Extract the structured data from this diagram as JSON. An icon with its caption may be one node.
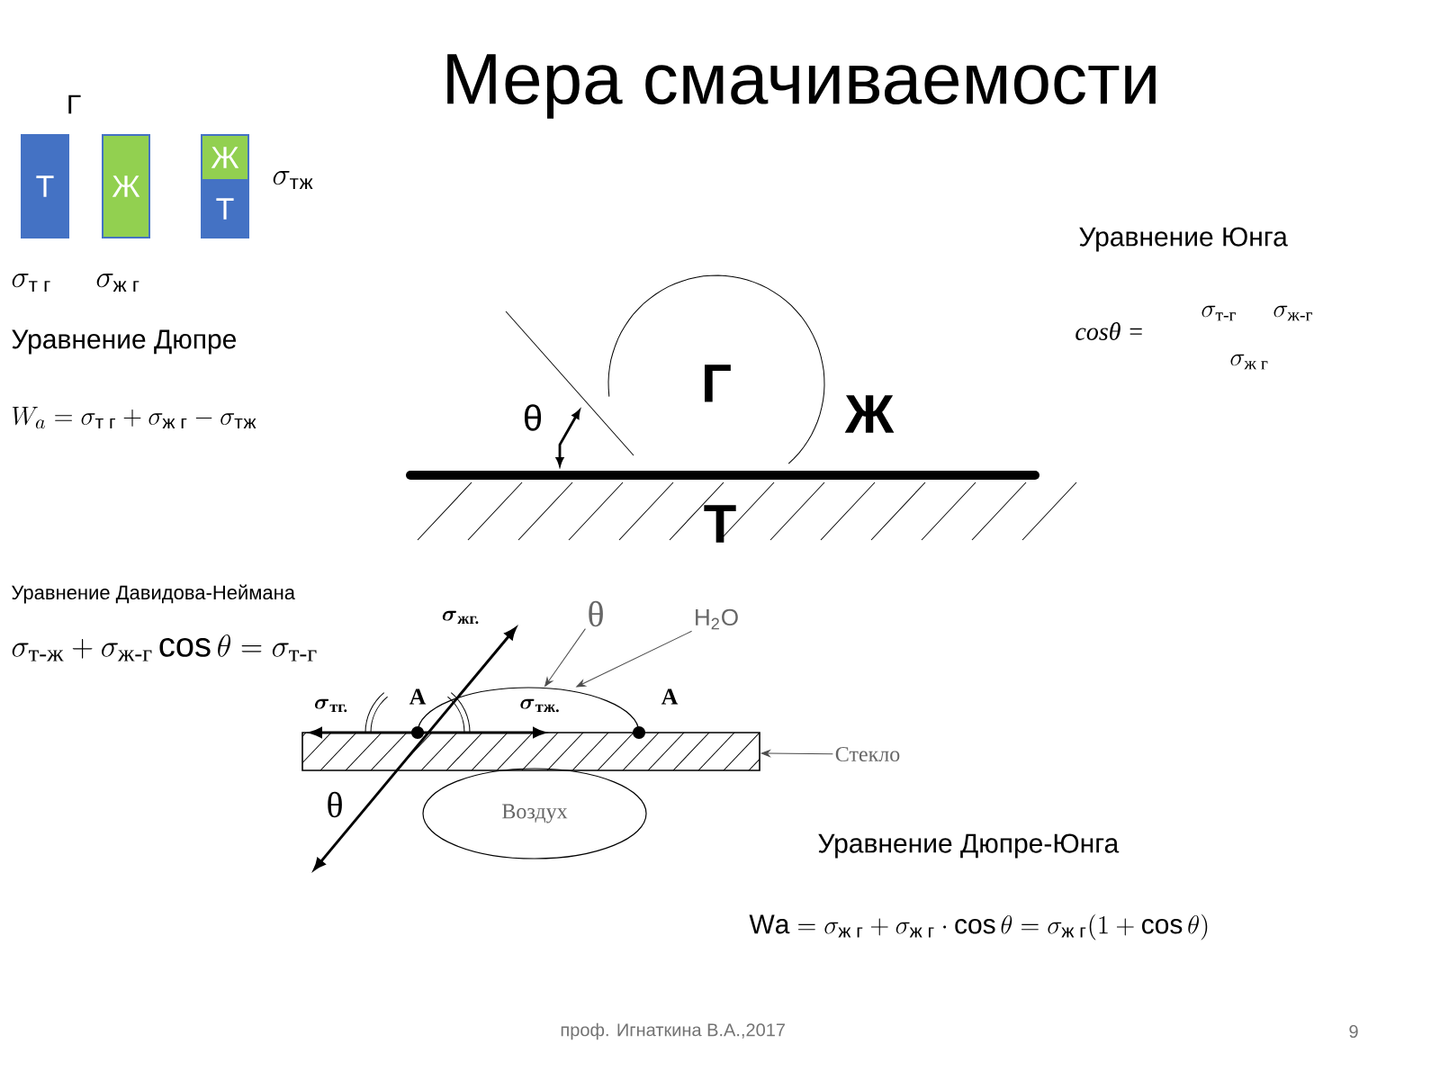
{
  "diagram": {
    "title": "Мера смачиваемости",
    "nodes": [
      {
        "text": [
          "Т"
        ]
      },
      {
        "text": [
          "Ж"
        ]
      },
      {
        "text": [
          "Ж"
        ]
      },
      {
        "text": [
          "Т"
        ]
      },
      {
        "text": [
          "Воздух"
        ]
      },
      {
        "text": [
          "θ"
        ]
      },
      {
        "text": [
          "\\mathrm{H_{2}O}"
        ]
      },
      {
        "text": [
          "Стекло"
        ]
      },
      {
        "text": [],
        "shape": "dome"
      },
      {
        "text": [],
        "shape": "bar"
      }
    ],
    "edges": [
      {
        "from": 5,
        "to": 8,
        "arrow": "to"
      },
      {
        "from": 6,
        "to": 8,
        "arrow": "to"
      },
      {
        "from": 7,
        "to": 9,
        "arrow": "to"
      }
    ],
    "labels": [
      "Г",
      "\\sigma_{\\text{тж}}",
      "Уравнение Юнга",
      "\\sigma_{\\text{т г}}",
      "\\sigma_{\\text{ж г}}",
      "cosθ =",
      "\\sigma_{\\text{т-г}}",
      "\\sigma_{\\text{ж-г}}",
      "\\sigma_{\\text{ж г}}",
      "Уравнение Дюпре",
      "Г",
      "W_{a} = \\sigma_{\\text{т г}} + \\sigma_{\\text{ж г}} - \\sigma_{\\text{тж}}",
      "θ",
      "Ж",
      "Т",
      "Уравнение Давидова-Неймана",
      "\\sigma_{\\text{т-ж}} + \\sigma_{\\text{ж-г}} \\cos\\theta = \\sigma_{\\text{т-г}}",
      "\\boldsymbol{\\sigma}_{\\textbf{жг.}}",
      "\\boldsymbol{\\sigma}_{\\textbf{тг.}}",
      "А",
      "\\boldsymbol{\\sigma}_{\\textbf{тж.}}",
      "А",
      "θ",
      "Уравнение Дюпре-Юнга",
      "\\mathrm{Wa} = \\sigma_{\\text{ж г}} + \\sigma_{\\text{ж г}} \\cdot \\cos\\theta = \\sigma_{\\text{ж г}} (1 + \\cos\\theta)",
      "проф. Игнаткина В.А.,2017",
      "9"
    ]
  }
}
